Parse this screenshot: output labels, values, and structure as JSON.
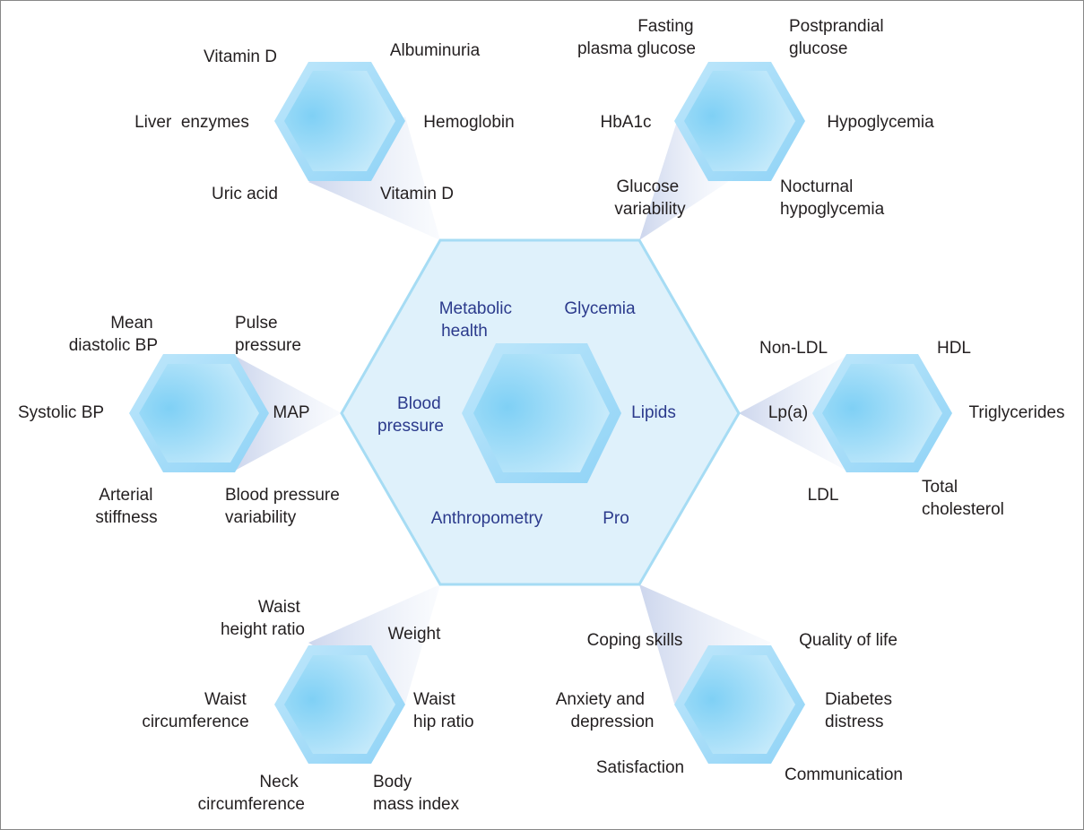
{
  "center": {
    "labels": [
      {
        "id": "metabolic-health",
        "lines": [
          "Metabolic",
          "health"
        ]
      },
      {
        "id": "glycemia",
        "lines": [
          "Glycemia"
        ]
      },
      {
        "id": "blood-pressure",
        "lines": [
          "Blood",
          "pressure"
        ]
      },
      {
        "id": "lipids",
        "lines": [
          "Lipids"
        ]
      },
      {
        "id": "anthropometry",
        "lines": [
          "Anthropometry"
        ]
      },
      {
        "id": "pro",
        "lines": [
          "Pro"
        ]
      }
    ]
  },
  "satellites": {
    "metabolic": {
      "labels": [
        {
          "lines": [
            "Vitamin D"
          ]
        },
        {
          "lines": [
            "Albuminuria"
          ]
        },
        {
          "lines": [
            "Liver  enzymes"
          ]
        },
        {
          "lines": [
            "Hemoglobin"
          ]
        },
        {
          "lines": [
            "Uric acid"
          ]
        },
        {
          "lines": [
            "Vitamin D"
          ]
        }
      ]
    },
    "glycemia": {
      "labels": [
        {
          "lines": [
            "Fasting",
            "plasma glucose"
          ]
        },
        {
          "lines": [
            "Postprandial",
            "glucose"
          ]
        },
        {
          "lines": [
            "HbA1c"
          ]
        },
        {
          "lines": [
            "Hypoglycemia"
          ]
        },
        {
          "lines": [
            "Glucose",
            "variability"
          ]
        },
        {
          "lines": [
            "Nocturnal",
            "hypoglycemia"
          ]
        }
      ]
    },
    "bp": {
      "labels": [
        {
          "lines": [
            "Mean",
            "diastolic BP"
          ]
        },
        {
          "lines": [
            "Pulse",
            "pressure"
          ]
        },
        {
          "lines": [
            "Systolic BP"
          ]
        },
        {
          "lines": [
            "MAP"
          ]
        },
        {
          "lines": [
            "Arterial",
            "stiffness"
          ]
        },
        {
          "lines": [
            "Blood pressure",
            "variability"
          ]
        }
      ]
    },
    "lipids": {
      "labels": [
        {
          "lines": [
            "Non-LDL"
          ]
        },
        {
          "lines": [
            "HDL"
          ]
        },
        {
          "lines": [
            "Lp(a)"
          ]
        },
        {
          "lines": [
            "Triglycerides"
          ]
        },
        {
          "lines": [
            "LDL"
          ]
        },
        {
          "lines": [
            "Total",
            "cholesterol"
          ]
        }
      ]
    },
    "anthro": {
      "labels": [
        {
          "lines": [
            "Waist",
            "height ratio"
          ]
        },
        {
          "lines": [
            "Weight"
          ]
        },
        {
          "lines": [
            "Waist",
            "circumference"
          ]
        },
        {
          "lines": [
            "Waist",
            "hip ratio"
          ]
        },
        {
          "lines": [
            "Neck",
            "circumference"
          ]
        },
        {
          "lines": [
            "Body",
            "mass index"
          ]
        }
      ]
    },
    "pro": {
      "labels": [
        {
          "lines": [
            "Coping skills"
          ]
        },
        {
          "lines": [
            "Quality of life"
          ]
        },
        {
          "lines": [
            "Anxiety and",
            "depression"
          ]
        },
        {
          "lines": [
            "Diabetes",
            "distress"
          ]
        },
        {
          "lines": [
            "Satisfaction"
          ]
        },
        {
          "lines": [
            "Communication"
          ]
        }
      ]
    }
  }
}
